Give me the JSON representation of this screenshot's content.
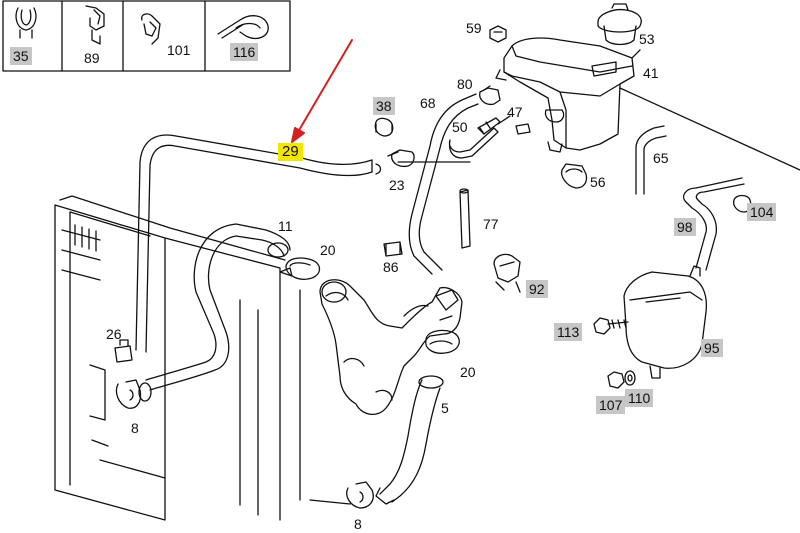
{
  "colors": {
    "line": "#111111",
    "label_highlight": "#c6c6c6",
    "callout_highlight": "#f2e600",
    "pointer_arrow": "#d42020"
  },
  "legend": {
    "items": [
      {
        "number": "35",
        "highlighted": true
      },
      {
        "number": "89",
        "highlighted": false
      },
      {
        "number": "101",
        "highlighted": false
      },
      {
        "number": "116",
        "highlighted": true
      }
    ]
  },
  "callout": {
    "number": "29"
  },
  "labels": {
    "l59": "59",
    "l53": "53",
    "l41": "41",
    "l80": "80",
    "l68": "68",
    "l38": "38",
    "l47": "47",
    "l50": "50",
    "l23": "23",
    "l65": "65",
    "l56": "56",
    "l77": "77",
    "l104": "104",
    "l98": "98",
    "l11": "11",
    "l20a": "20",
    "l86": "86",
    "l92": "92",
    "l113": "113",
    "l95": "95",
    "l26": "26",
    "l8a": "8",
    "l20b": "20",
    "l5": "5",
    "l107": "107",
    "l110": "110",
    "l8b": "8"
  }
}
